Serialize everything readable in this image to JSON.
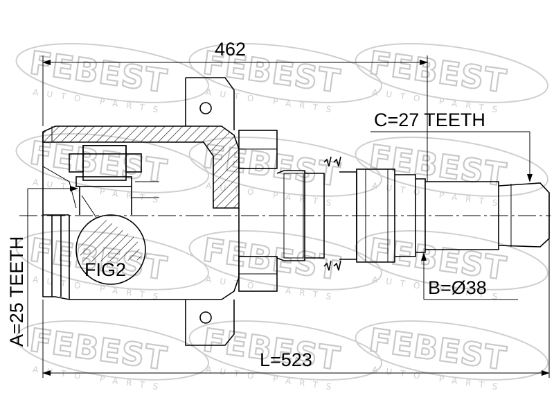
{
  "watermark": {
    "brand": "FEBEST",
    "tagline": "AUTO PARTS"
  },
  "dimensions": {
    "overall_length": "462",
    "total_length": "L=523",
    "outer_teeth": "C=27 TEETH",
    "inner_teeth": "A=25 TEETH",
    "shaft_diameter": "B=Ø38",
    "detail_label": "FIG2"
  },
  "colors": {
    "line": "#000000",
    "watermark": "#c9c9c9",
    "background": "#ffffff"
  }
}
